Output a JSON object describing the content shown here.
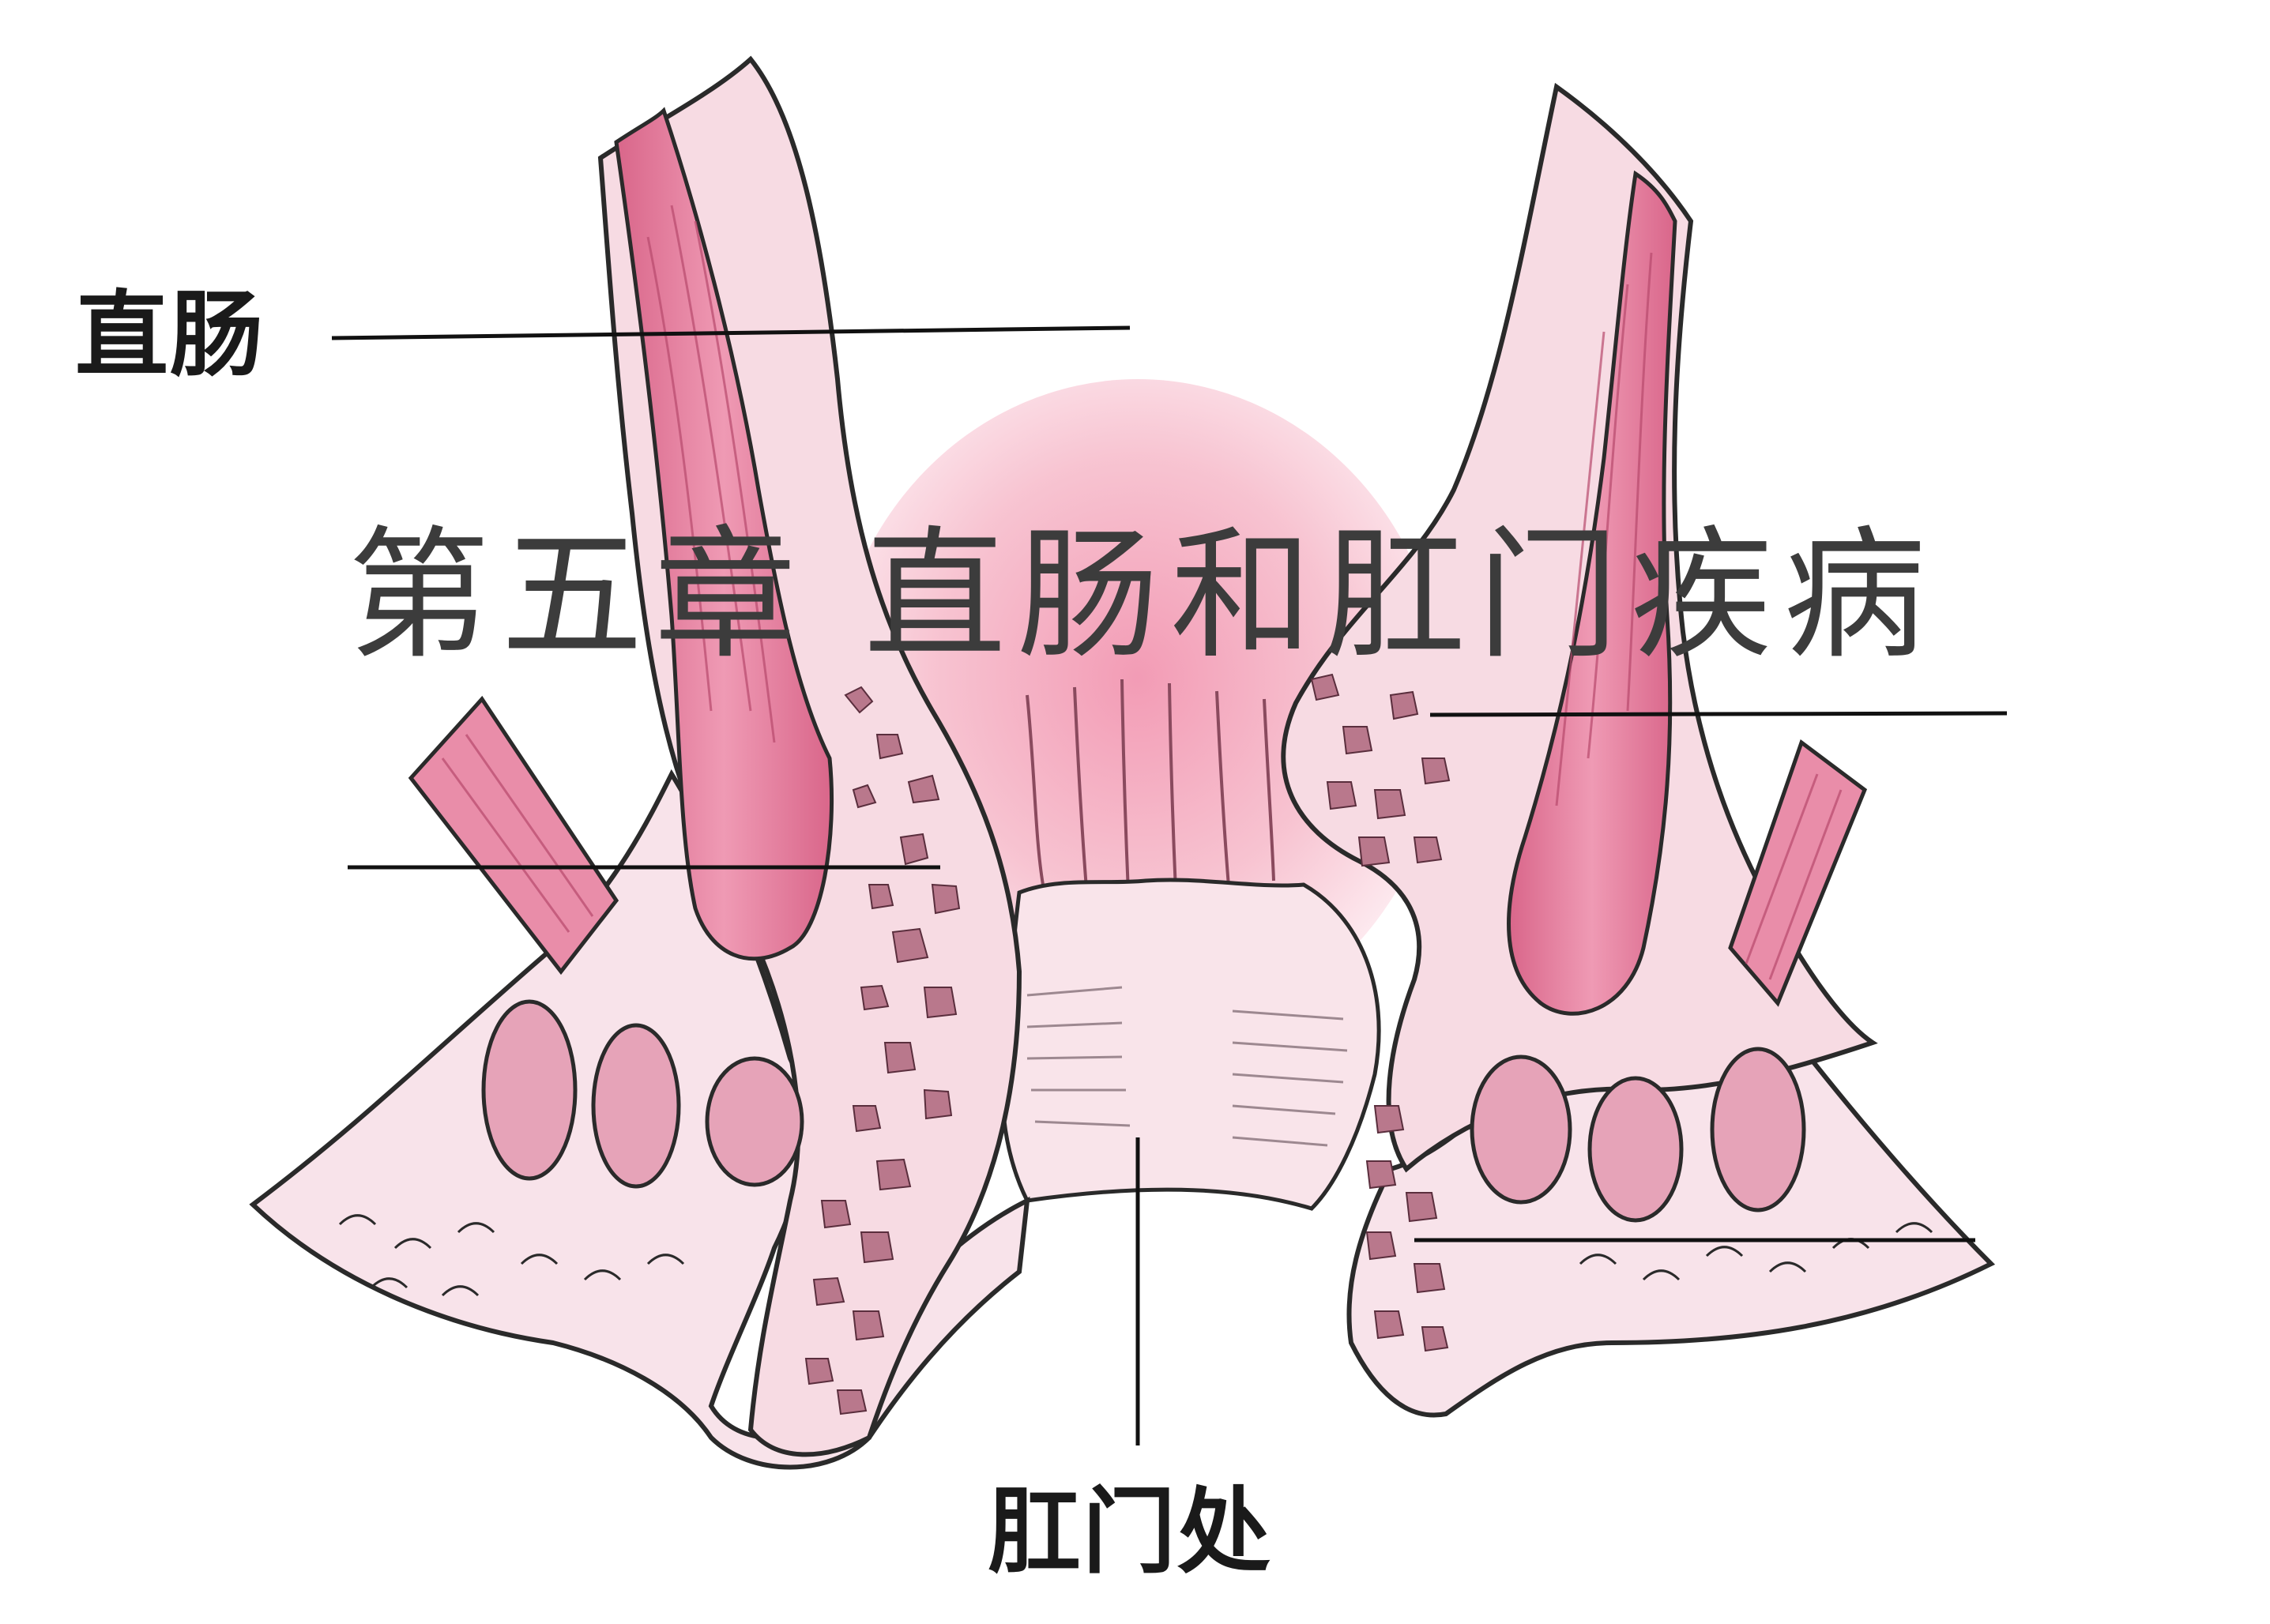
{
  "labels": {
    "rectum": "直肠",
    "anus": "肛门处"
  },
  "title": "第五章  直肠和肛门疾病",
  "colors": {
    "muscle": "#e07a9b",
    "tissue": "#f6dbe3",
    "fat": "#fbeef2",
    "outline": "#2a2a2a",
    "gland": "#b9788c",
    "leader": "#111111",
    "lumen": "#f5a9bd"
  }
}
